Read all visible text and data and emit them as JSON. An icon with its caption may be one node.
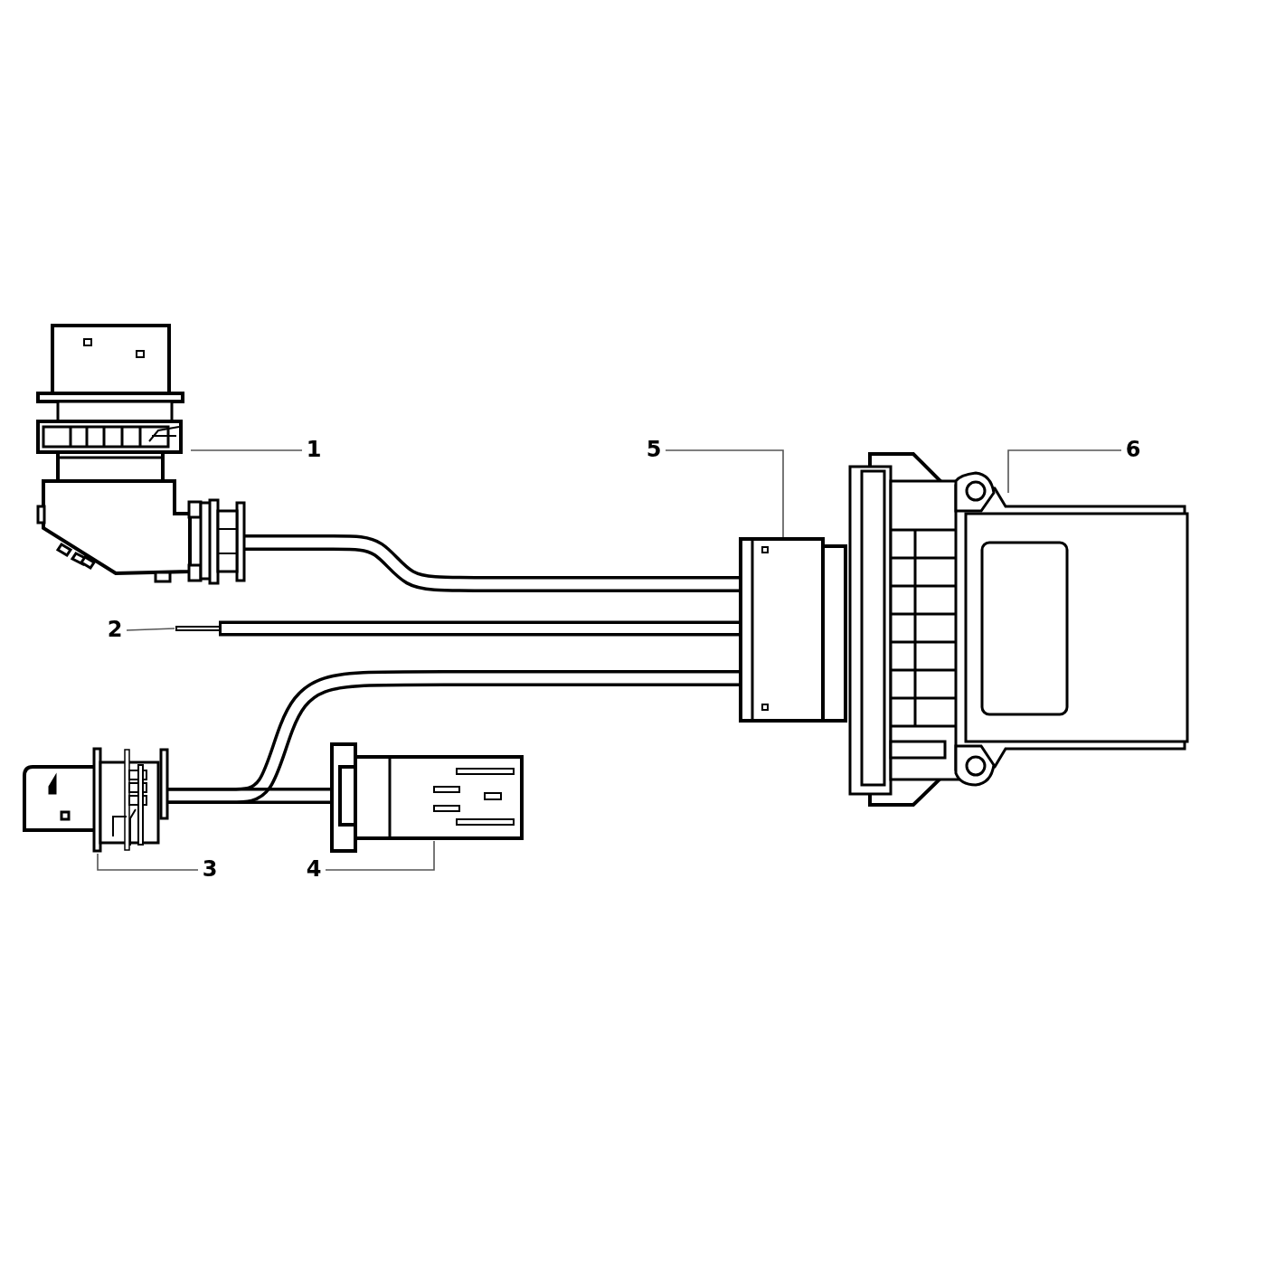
{
  "diagram": {
    "nodes": [
      {
        "text": [
          "1"
        ]
      },
      {
        "text": [],
        "shape": "picture"
      },
      {
        "text": [
          "2"
        ]
      },
      {
        "text": [],
        "shape": "picture"
      },
      {
        "text": [
          "3"
        ]
      },
      {
        "text": [],
        "shape": "picture"
      },
      {
        "text": [
          "4"
        ]
      },
      {
        "text": [],
        "shape": "picture"
      },
      {
        "text": [
          "5"
        ]
      },
      {
        "text": [],
        "shape": "picture"
      },
      {
        "text": [
          "6"
        ]
      },
      {
        "text": [],
        "shape": "picture"
      }
    ],
    "edges": [
      {
        "from": 0,
        "to": 1,
        "arrow": "none"
      },
      {
        "from": 2,
        "to": 3,
        "arrow": "none"
      },
      {
        "from": 4,
        "to": 5,
        "arrow": "none"
      },
      {
        "from": 6,
        "to": 7,
        "arrow": "none"
      },
      {
        "from": 8,
        "to": 9,
        "arrow": "none"
      },
      {
        "from": 10,
        "to": 11,
        "arrow": "none"
      },
      {
        "from": 1,
        "to": 9,
        "arrow": "none",
        "style": "thick"
      },
      {
        "from": 5,
        "to": 9,
        "arrow": "none",
        "style": "thick"
      },
      {
        "from": 5,
        "to": 7,
        "arrow": "none",
        "style": "thick"
      }
    ]
  }
}
